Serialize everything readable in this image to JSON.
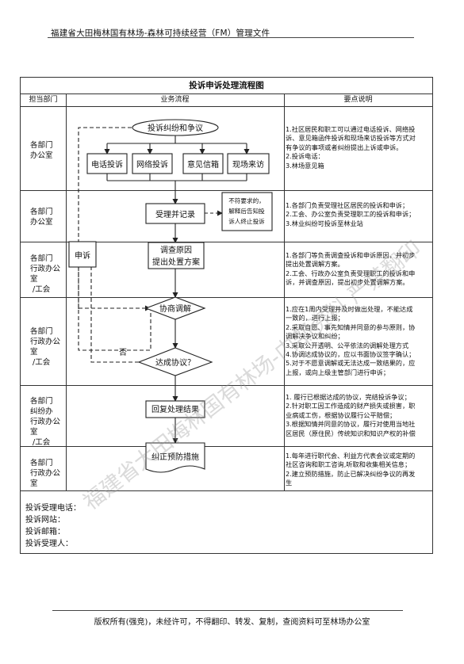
{
  "header": {
    "text": "福建省大田梅林国有林场-森林可持续经营（FM）管理文件"
  },
  "table": {
    "title": "投诉申诉处理流程图",
    "columns": [
      "担当部门",
      "业务流程",
      "要点说明"
    ],
    "rows": [
      {
        "dept": [
          "各部门",
          "办公室"
        ],
        "notes": [
          "1.社区居民和职工可以通过电话投诉、网络投",
          "诉、意见箱函件投诉和现场来访投诉等方式对",
          "有争议的事项或者纠纷提出上诉或申诉。",
          "2.投诉电话：",
          "3.林场意见箱"
        ]
      },
      {
        "dept": [
          "各部门",
          "办公室"
        ],
        "notes": [
          "1.各部门负责受理社区居民的投诉和申诉；",
          "2.工会、办公室负责受理职工的投诉和申诉；",
          "3.林业纠纷可投诉至林业站"
        ]
      },
      {
        "dept": [
          "各部门",
          "行政办公室",
          "/工会"
        ],
        "notes": [
          "1.各部门等负责调查投诉和申诉原因，并初步",
          "提出处置调解方案。",
          "2.工会、行政办公室负责受理职工的投诉和申",
          "诉，并调查原因，提出初步处置调解方案。"
        ]
      },
      {
        "dept": [
          "各部门",
          "行政办公室",
          "/工会"
        ],
        "notes": [
          "1.应在1周内受理并及时做出处理，不能达成",
          "一致的，进行上报；",
          "2.采取自愿、事先知情并同意的参与原则，协",
          "调解决争议和纠纷；",
          "3.采取公开透明、公平依法的调解处理方式",
          "4.协调达成协议的，应以书面协议签字确认；",
          "5.对于不愿意调解或无法达成一致结果的，应",
          "上报，或向上级主管部门进行申诉；"
        ]
      },
      {
        "dept": [
          "各部门",
          "纠纷办",
          "行政办公室",
          "/工会"
        ],
        "notes": [
          "1. 履行已根据达成的协议，完结投诉争议；",
          "2.针对职工因工作造成的财产损失或损害，职",
          "业病或工伤，根据协议履行公平赔偿；",
          "3.根据知情并同意的协议，履行对使用当地社",
          "区居民（原住民）传统知识和知识产权的补偿"
        ]
      },
      {
        "dept": [
          "各部门",
          "行政办公室"
        ],
        "notes": [
          "1.每年进行职代会、利益方代表会议或定期的",
          "社区咨询和职工咨询,听取和收集相关信息；",
          "2.建立预防措施，防止已解决纠纷争议的再发",
          "生"
        ]
      }
    ],
    "footer": [
      "投诉受理电话：",
      "投诉网站：",
      "投诉邮箱：",
      "投诉受理人："
    ]
  },
  "flow": {
    "start": "投诉纠纷和争议",
    "channels": [
      "电话投诉",
      "网络投诉",
      "意见信箱",
      "现场来访"
    ],
    "register": "受理并记录",
    "reject_note": [
      "不符要求的，",
      "解释后告知投",
      "诉人终止投诉"
    ],
    "investigate": [
      "调查原因",
      "提出处置方案"
    ],
    "mediate": "协商调解",
    "agree": "达成协议？",
    "no_label": "否",
    "appeal": "申诉",
    "reply": "回复处理结果",
    "prevent": "纠正预防措施"
  },
  "watermark": "福建省大田梅林国有林场-内部资料 严禁翻印",
  "footer": {
    "text": "版权所有(强竞)，未经许可，不得翻印、转发、复制，查阅资料可至林场办公室"
  }
}
